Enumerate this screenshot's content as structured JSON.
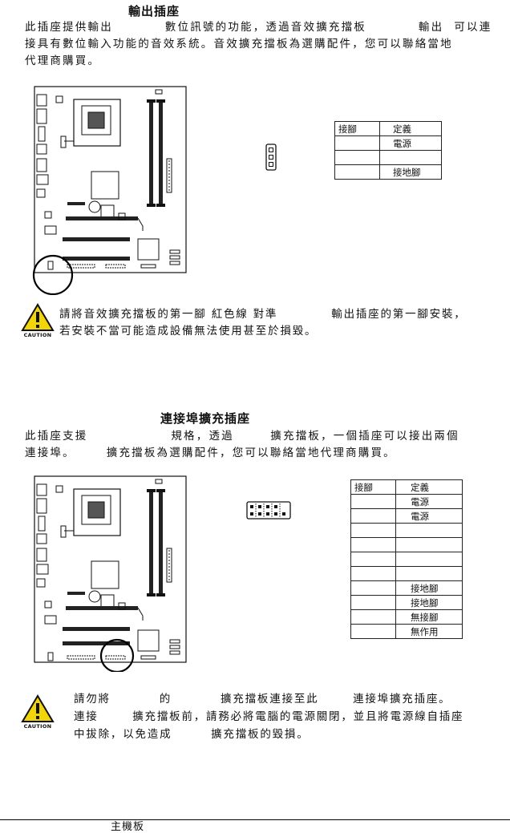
{
  "section1": {
    "title": "輸出插座",
    "line1": "此插座提供輸出          數位訊號的功能，透過音效擴充擋板          輸出  可以連",
    "line2": "接具有數位輸入功能的音效系統。音效擴充擋板為選購配件，您可以聯絡當地",
    "line3": "代理商購買。",
    "table": {
      "headers": [
        "接腳",
        "定義"
      ],
      "rows": [
        [
          "",
          "電源"
        ],
        [
          "",
          ""
        ],
        [
          "",
          "接地腳"
        ]
      ]
    },
    "caution": {
      "label": "CAUTION",
      "line1": "請將音效擴充擋板的第一腳 紅色線 對準           輸出插座的第一腳安裝，",
      "line2": "若安裝不當可能造成設備無法使用甚至於損毀。"
    }
  },
  "section2": {
    "title": "連接埠擴充插座",
    "line1": "此插座支援                規格，透過       擴充擋板，一個插座可以接出兩個",
    "line2": "連接埠。      擴充擋板為選購配件，您可以聯絡當地代理商購買。",
    "table": {
      "headers": [
        "接腳",
        "定義"
      ],
      "rows": [
        [
          "",
          "電源"
        ],
        [
          "",
          "電源"
        ],
        [
          "",
          ""
        ],
        [
          "",
          ""
        ],
        [
          "",
          ""
        ],
        [
          "",
          ""
        ],
        [
          "",
          "接地腳"
        ],
        [
          "",
          "接地腳"
        ],
        [
          "",
          "無接腳"
        ],
        [
          "",
          "無作用"
        ]
      ]
    },
    "caution": {
      "label": "CAUTION",
      "line1": "請勿將          的          擴充擋板連接至此       連接埠擴充插座。",
      "line2": "連接       擴充擋板前，請務必將電腦的電源關閉，並且將電源線自插座",
      "line3": "中拔除，以免造成        擴充擋板的毀損。"
    }
  },
  "footer": {
    "text": "主機板"
  }
}
